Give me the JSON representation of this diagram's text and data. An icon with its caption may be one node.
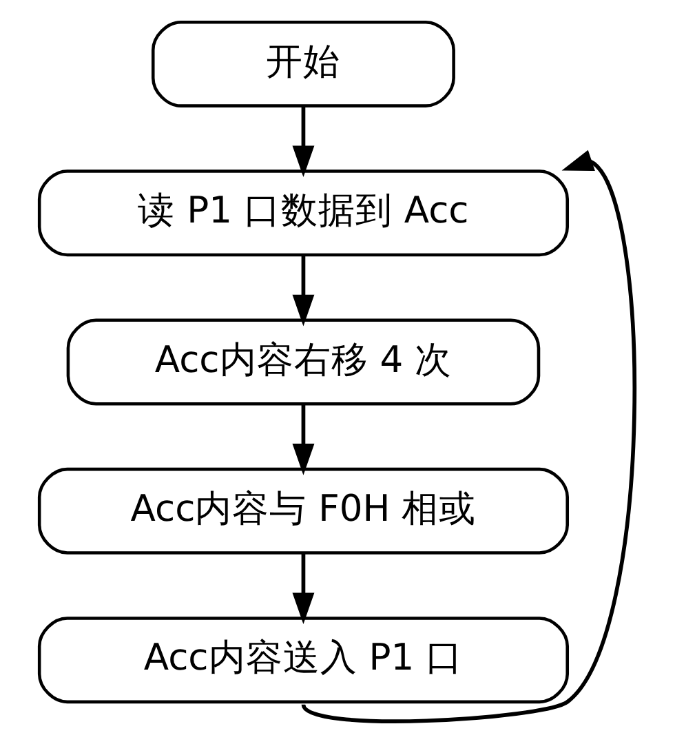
{
  "diagram": {
    "nodes": [
      {
        "text": [
          "开始"
        ]
      },
      {
        "text": [
          "读 P1 口数据到 Acc"
        ]
      },
      {
        "text": [
          "Acc内容右移 4 次"
        ]
      },
      {
        "text": [
          "Acc内容与 F0H 相或"
        ]
      },
      {
        "text": [
          "Acc内容送入 P1 口"
        ]
      }
    ],
    "edges": [
      {
        "from": 0,
        "to": 1,
        "arrow": "to"
      },
      {
        "from": 1,
        "to": 2,
        "arrow": "to"
      },
      {
        "from": 2,
        "to": 3,
        "arrow": "to"
      },
      {
        "from": 3,
        "to": 4,
        "arrow": "to"
      },
      {
        "from": 4,
        "to": 1,
        "arrow": "to"
      }
    ]
  }
}
